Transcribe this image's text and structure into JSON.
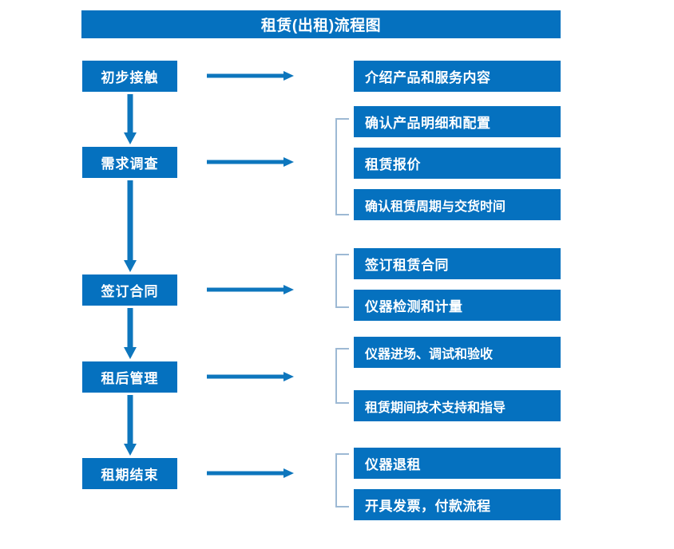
{
  "document": {
    "title": "租赁(出租)流程图"
  },
  "colors": {
    "box_blue": "#0571BF",
    "arrow_blue": "#0D76BD",
    "bracket_gray_blue": "#9DB9D4",
    "box_text": "#FFFFFF",
    "background": "#FFFFFF"
  },
  "stages": [
    {
      "id": "stage-1",
      "label": "初步接触",
      "details": [
        "介绍产品和服务内容"
      ],
      "has_bracket": false
    },
    {
      "id": "stage-2",
      "label": "需求调查",
      "details": [
        "确认产品明细和配置",
        "租赁报价",
        "确认租赁周期与交货时间"
      ],
      "has_bracket": true
    },
    {
      "id": "stage-3",
      "label": "签订合同",
      "details": [
        "签订租赁合同",
        "仪器检测和计量"
      ],
      "has_bracket": true
    },
    {
      "id": "stage-4",
      "label": "租后管理",
      "details": [
        "仪器进场、调试和验收",
        "租赁期间技术支持和指导"
      ],
      "has_bracket": true
    },
    {
      "id": "stage-5",
      "label": "租期结束",
      "details": [
        "仪器退租",
        "开具发票，付款流程"
      ],
      "has_bracket": true
    }
  ],
  "details_flat": [
    "介绍产品和服务内容",
    "确认产品明细和配置",
    "租赁报价",
    "确认租赁周期与交货时间",
    "签订租赁合同",
    "仪器检测和计量",
    "仪器进场、调试和验收",
    "租赁期间技术支持和指导",
    "仪器退租",
    "开具发票，付款流程"
  ],
  "connectors": {
    "horizontal_arrow_count": 5,
    "vertical_arrow_count": 4,
    "bracket_count": 4
  }
}
